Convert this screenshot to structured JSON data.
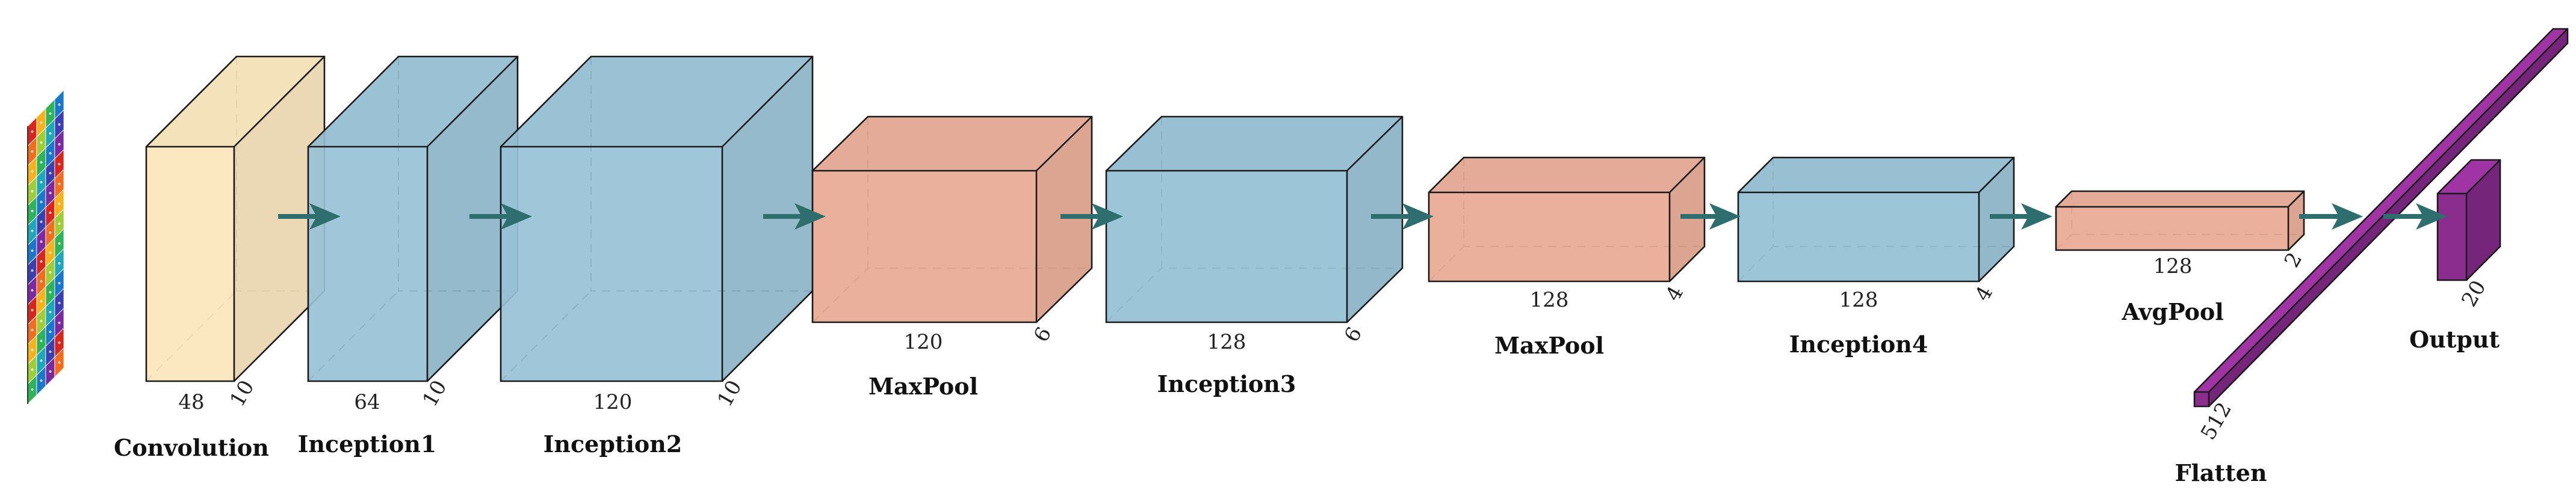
{
  "colors": {
    "input_palette": [
      "#d7261e",
      "#f06c1e",
      "#f6b21c",
      "#9fcd3a",
      "#2fb25a",
      "#1fa6b8",
      "#1b77c9",
      "#3b3fb0",
      "#7a2a9e"
    ],
    "convolution": "#fbe7bd",
    "inception": "#97c2d6",
    "maxpool": "#e9ac96",
    "avgpool": "#e9ac96",
    "flatten": "#8b2d8f",
    "output": "#8b2d8f",
    "arrow": "#2f6e6e"
  },
  "diagram": {
    "blocks": [
      {
        "id": "convolution",
        "label": "Convolution",
        "dim_depth": "48",
        "dim_side": "10",
        "kind": "convolution"
      },
      {
        "id": "inception1",
        "label": "Inception1",
        "dim_depth": "64",
        "dim_side": "10",
        "kind": "inception"
      },
      {
        "id": "inception2",
        "label": "Inception2",
        "dim_depth": "120",
        "dim_side": "10",
        "kind": "inception"
      },
      {
        "id": "maxpool1",
        "label": "MaxPool",
        "dim_depth": "120",
        "dim_side": "6",
        "kind": "maxpool"
      },
      {
        "id": "inception3",
        "label": "Inception3",
        "dim_depth": "128",
        "dim_side": "6",
        "kind": "inception"
      },
      {
        "id": "maxpool2",
        "label": "MaxPool",
        "dim_depth": "128",
        "dim_side": "4",
        "kind": "maxpool"
      },
      {
        "id": "inception4",
        "label": "Inception4",
        "dim_depth": "128",
        "dim_side": "4",
        "kind": "inception"
      },
      {
        "id": "avgpool",
        "label": "AvgPool",
        "dim_depth": "128",
        "dim_side": "2",
        "kind": "avgpool"
      },
      {
        "id": "flatten",
        "label": "Flatten",
        "dim_depth": "512",
        "dim_side": "",
        "kind": "flatten"
      },
      {
        "id": "output",
        "label": "Output",
        "dim_depth": "20",
        "dim_side": "",
        "kind": "output"
      }
    ]
  }
}
